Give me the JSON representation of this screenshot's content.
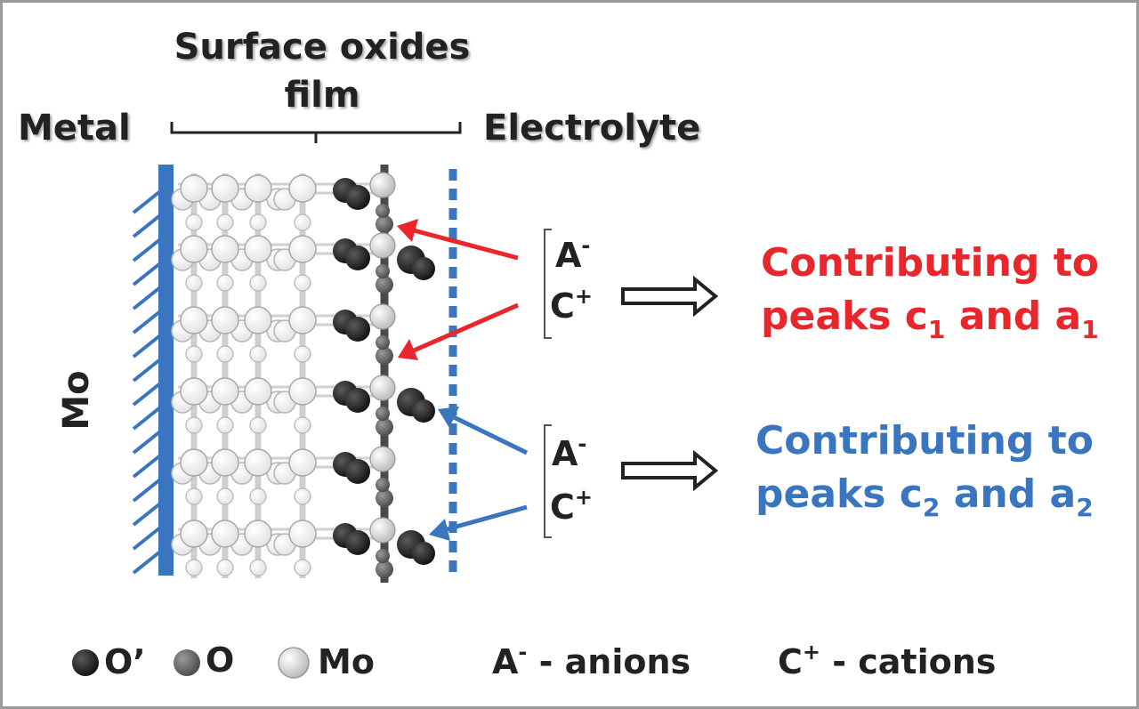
{
  "colors": {
    "red": "#e8262b",
    "blue": "#3a75c0",
    "dark": "#222222",
    "atom_o_prime": "#2e2e2e",
    "atom_o": "#707070",
    "atom_mo": "#d6d6d6"
  },
  "labels": {
    "surface_oxides_line1": "Surface oxides",
    "surface_oxides_line2": "film",
    "metal": "Metal",
    "electrolyte": "Electrolyte",
    "mo_vertical": "Mo"
  },
  "groups": [
    {
      "anion": "A",
      "anion_sup": "-",
      "cation": "C",
      "cation_sup": "+",
      "text_line1": "Contributing to",
      "text_line2_prefix": "peaks c",
      "text_line2_sub1": "1",
      "text_line2_mid": " and a",
      "text_line2_sub2": "1",
      "color": "#e8262b"
    },
    {
      "anion": "A",
      "anion_sup": "-",
      "cation": "C",
      "cation_sup": "+",
      "text_line1": "Contributing to",
      "text_line2_prefix": "peaks c",
      "text_line2_sub1": "2",
      "text_line2_mid": " and a",
      "text_line2_sub2": "2",
      "color": "#3a75c0"
    }
  ],
  "legend": {
    "o_prime": "O’",
    "o": "O",
    "mo": "Mo",
    "anions_a": "A",
    "anions_sup": "-",
    "anions_text": " - anions",
    "cations_c": "C",
    "cations_sup": "+",
    "cations_text": " - cations"
  }
}
